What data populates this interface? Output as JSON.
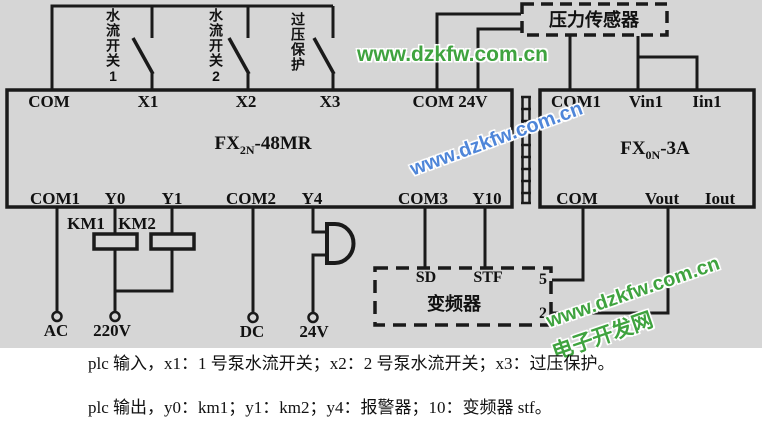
{
  "colors": {
    "background": "#d6d6d6",
    "line": "#1a1a1a",
    "watermark_green": "#3fa33f",
    "watermark_blue": "#4f86d9"
  },
  "diagram": {
    "plc": {
      "model_prefix": "FX",
      "model_sub": "2N",
      "model_suffix": "-48MR",
      "top_terminals": [
        "COM",
        "X1",
        "X2",
        "X3",
        "COM 24V"
      ],
      "bottom_terminals": [
        "COM1",
        "Y0",
        "Y1",
        "COM2",
        "Y4",
        "COM3",
        "Y10"
      ]
    },
    "analog_module": {
      "model_prefix": "FX",
      "model_sub": "0N",
      "model_suffix": "-3A",
      "top_terminals": [
        "COM1",
        "Vin1",
        "Iin1"
      ],
      "bottom_terminals": [
        "COM",
        "Vout",
        "Iout"
      ]
    },
    "switch_labels": [
      "水流开关1",
      "水流开关2",
      "过压保护"
    ],
    "pressure_sensor_label": "压力传感器",
    "inverter": {
      "sd": "SD",
      "stf": "STF",
      "label": "变频器",
      "terminal_5": "5",
      "terminal_2": "2"
    },
    "contactor_km1": "KM1",
    "contactor_km2": "KM2",
    "ac_label": "AC",
    "ac_voltage": "220V",
    "dc_label": "DC",
    "dc_voltage": "24V"
  },
  "watermarks": {
    "top": "www.dzkfw.com.cn",
    "middle": "www.dzkfw.com.cn",
    "bottom_right_url": "www.dzkfw.com.cn",
    "bottom_right_name": "电子开发网"
  },
  "captions": {
    "line1": "plc 输入，x1：1 号泵水流开关；x2：2 号泵水流开关；x3：过压保护。",
    "line2": "plc 输出，y0：km1；y1：km2；y4：报警器；10：变频器 stf。"
  }
}
